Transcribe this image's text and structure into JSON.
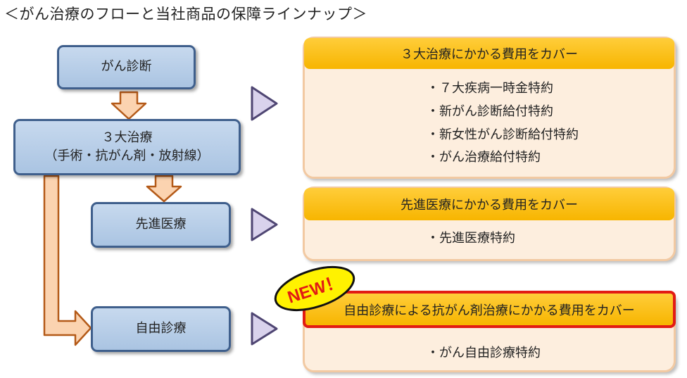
{
  "title": "＜がん治療のフローと当社商品の保障ラインナップ＞",
  "flow": {
    "diagnosis": "がん診断",
    "treatment_line1": "３大治療",
    "treatment_line2": "（手術・抗がん剤・放射線）",
    "advanced": "先進医療",
    "free": "自由診療"
  },
  "coverage": [
    {
      "header": "３大治療にかかる費用をカバー",
      "items": [
        "・７大疾病一時金特約",
        "・新がん診断給付特約",
        "・新女性がん診断給付特約",
        "・がん治療給付特約"
      ]
    },
    {
      "header": "先進医療にかかる費用をカバー",
      "items": [
        "・先進医療特約"
      ]
    },
    {
      "header": "自由診療による抗がん剤治療にかかる費用をカバー",
      "items": [
        "・がん自由診療特約"
      ]
    }
  ],
  "badge": "NEW！",
  "colors": {
    "flow_fill": "#b7cde8",
    "flow_border": "#3f5f8c",
    "arrow_fill": "#fbd3b0",
    "arrow_border": "#b45a18",
    "panel_fill": "#fdeede",
    "panel_border": "#f2c9a2",
    "header_fill": "#fbbf1a",
    "highlight_border": "#e21b14",
    "badge_fill": "#fff200",
    "badge_text": "#e21b14",
    "pointer_fill": "#d9d2ec",
    "pointer_border": "#4f4673"
  },
  "icons": [
    "down-arrow-icon",
    "l-shaped-arrow-icon",
    "right-triangle-pointer-icon"
  ]
}
